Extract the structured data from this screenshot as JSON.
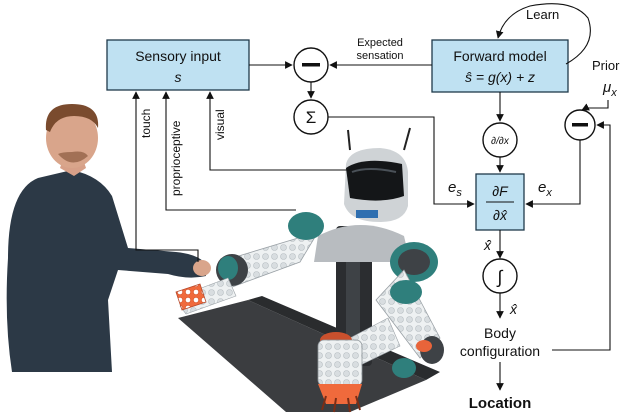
{
  "blocks": {
    "sensory_input": {
      "title": "Sensory input",
      "symbol": "s"
    },
    "forward_model": {
      "title": "Forward model",
      "equation": "ŝ = g(x) + z"
    },
    "free_energy_gradient": {
      "numerator": "∂F",
      "denominator": "∂x̂"
    }
  },
  "operators": {
    "minus": "−",
    "sum": "Σ",
    "derivative": "∂/∂x",
    "integral": "∫"
  },
  "labels": {
    "learn": "Learn",
    "expected_sensation_line1": "Expected",
    "expected_sensation_line2": "sensation",
    "prior": "Prior",
    "prior_symbol": "μ",
    "prior_subscript": "x",
    "touch": "touch",
    "proprioceptive": "proprioceptive",
    "visual": "visual",
    "error_s": "e",
    "error_s_sub": "s",
    "error_x": "e",
    "error_x_sub": "x",
    "x_dot": "ẋ̂",
    "x_hat": "x̂",
    "body_configuration_line1": "Body",
    "body_configuration_line2": "configuration",
    "location": "Location"
  },
  "colors": {
    "block_fill": "#bfe1f2",
    "robot_teal": "#2f7f7c",
    "sleeve_orange": "#e8643a"
  }
}
